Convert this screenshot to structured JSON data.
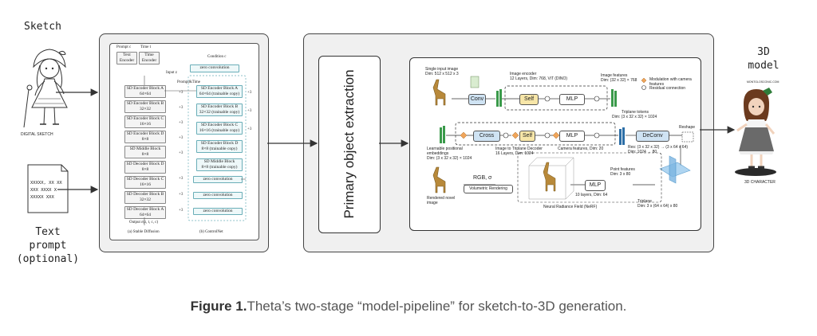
{
  "left": {
    "sketch_label": "Sketch",
    "sketch_caption": "DIGITAL SKETCH",
    "text_label_lines": [
      "Text",
      "prompt",
      "(optional)"
    ],
    "text_doc_lines": [
      "XXXXX, XX XX",
      "XXX XXXX X",
      "XXXXX XXX"
    ]
  },
  "controlnet": {
    "prompt_label": "Prompt c",
    "time_label": "Time t",
    "text_encoder": "Text Encoder",
    "time_encoder": "Time Encoder",
    "condition_label": "Condition c",
    "input_label": "Input z",
    "prompt_time": "Prompt&Time",
    "zero_conv": "zero convolution",
    "sd_blocks": [
      {
        "name": "SD Encoder Block A",
        "dim": "64×64"
      },
      {
        "name": "SD Encoder Block B",
        "dim": "32×32"
      },
      {
        "name": "SD Encoder Block C",
        "dim": "16×16"
      },
      {
        "name": "SD Encoder Block D",
        "dim": "8×8"
      },
      {
        "name": "SD Middle Block",
        "dim": "8×8"
      },
      {
        "name": "SD Decoder Block D",
        "dim": "8×8"
      },
      {
        "name": "SD Decoder Block C",
        "dim": "16×16"
      },
      {
        "name": "SD Decoder Block B",
        "dim": "32×32"
      },
      {
        "name": "SD Decoder Block A",
        "dim": "64×64"
      }
    ],
    "cn_blocks": [
      {
        "name": "SD Encoder Block A",
        "dim": "64×64 (trainable copy)"
      },
      {
        "name": "SD Encoder Block B",
        "dim": "32×32 (trainable copy)"
      },
      {
        "name": "SD Encoder Block C",
        "dim": "16×16 (trainable copy)"
      },
      {
        "name": "SD Encoder Block D",
        "dim": "8×8 (trainable copy)"
      },
      {
        "name": "SD Middle Block",
        "dim": "8×8 (trainable copy)"
      }
    ],
    "output_label": "Output ε(z, t, c, c)",
    "sub_a": "(a) Stable Diffusion",
    "sub_b": "(b) ControlNet"
  },
  "middle": {
    "label": "Primary object extraction"
  },
  "triposr": {
    "single_input": "Single input image",
    "single_dim": "Dim: 512 x 512 x 3",
    "image_encoder": "Image encoder",
    "image_encoder_sub": "12 Layers, Dim: 768, ViT (DINO)",
    "image_features": "Image features",
    "image_features_dim": "Dim: (32 x 32) × 768",
    "legend_mod": "Modulation with camera features",
    "legend_res": "Residual connection",
    "conv": "Conv",
    "self": "Self",
    "mlp": "MLP",
    "cross": "Cross",
    "deconv": "DeConv",
    "reshape": "Reshape",
    "triplane_tokens": "Triplane tokens",
    "triplane_tokens_dim": "Dim: (3 x 32 x 32) × 1024",
    "learnable": "Learnable positional embeddings",
    "learnable_dim": "Dim: (3 x 32 x 32) × 1024",
    "decoder": "Image to Triplane Decoder",
    "decoder_dim": "16 Layers, Dim: 1024",
    "camera_features": "Camera features, Dim: 20",
    "res": "Res: (3 x 32 x 32) → (3 x 64 x 64)",
    "res_dim": "Dim: 1024 → 80",
    "point_features": "Point features",
    "point_dim": "Dim: 3 x 80",
    "rgb": "RGB, σ",
    "vol_render": "Volumetric Rendering",
    "nerf_mlp_sub": "10 layers, Dim: 64",
    "nerf": "Neural Radiance Field (NeRF)",
    "triplane": "Triplane",
    "triplane_dim": "Dim: 3 x (64 x 64) x 80",
    "rendered": "Rendered novel image"
  },
  "right": {
    "model_label_lines": [
      "3D",
      "model"
    ],
    "credit": "MONTGLOSCONIC.COM",
    "char_caption": "3D CHARACTER"
  },
  "caption": {
    "bold": "Figure 1.",
    "text": "Theta’s two-stage “model-pipeline” for sketch-to-3D generation."
  },
  "colors": {
    "panel_bg": "#f0f0f0",
    "panel_border": "#444444",
    "conv_block": "#cfe3f3",
    "self_block": "#f7e6a8",
    "mlp_block": "#ffffff",
    "teal": "#6aaeb8",
    "mod_diamond": "#f0a55a",
    "encoder_features": "#3a9a4a",
    "tokens": "#2c6ea6"
  }
}
